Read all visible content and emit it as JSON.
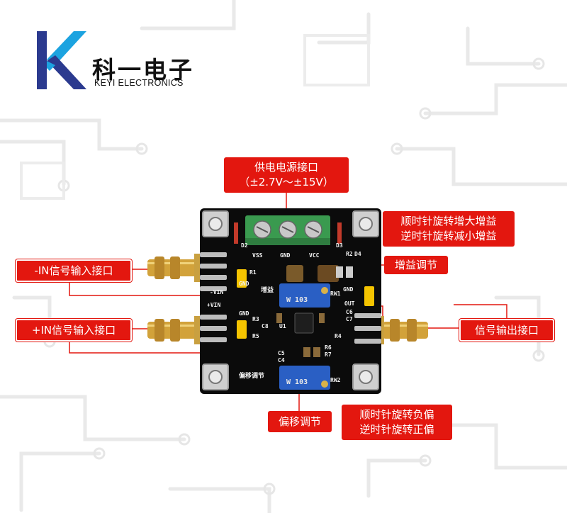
{
  "brand": {
    "name_cn": "科一电子",
    "name_en": "KEYI ELECTRONICS",
    "colors": {
      "k_left": "#2b3a8f",
      "k_right": "#1ca3e0"
    }
  },
  "callouts": {
    "power": {
      "line1": "供电电源接口",
      "line2": "（±2.7V～±15V）"
    },
    "gain_note": {
      "line1": "顺时针旋转增大增益",
      "line2": "逆时针旋转减小增益"
    },
    "gain_adjust": "增益调节",
    "neg_input": "-IN信号输入接口",
    "pos_input": "+IN信号输入接口",
    "signal_output": "信号输出接口",
    "offset_adjust": "偏移调节",
    "offset_note": {
      "line1": "顺时针旋转负偏",
      "line2": "逆时针旋转正偏"
    }
  },
  "board": {
    "silk": {
      "vss": "VSS",
      "gnd_top": "GND",
      "vcc": "VCC",
      "minus_vin": "-VIN",
      "plus_vin": "+VIN",
      "gnd_left1": "GND",
      "gnd_left2": "GND",
      "gnd_right": "GND",
      "out": "OUT",
      "gain_silk": "增益",
      "offset_silk": "偏移调节",
      "r1": "R1",
      "r2": "R2",
      "r3": "R3",
      "r4": "R4",
      "r5": "R5",
      "r6": "R6",
      "r7": "R7",
      "c5": "C5",
      "c6": "C6",
      "c7": "C7",
      "c4": "C4",
      "c8": "C8",
      "d2": "D2",
      "d3": "D3",
      "d4": "D4",
      "u1": "U1",
      "rw1": "RW1",
      "rw2": "RW2",
      "pot1_code": "W 103",
      "pot2_code": "W 103"
    },
    "colors": {
      "pcb": "#0b0b0b",
      "terminal": "#3a9a4f",
      "pot": "#2a5fc4",
      "jumper": "#f5c400",
      "sma_gold": "#d2a23a",
      "callout_red": "#e3170f"
    }
  }
}
